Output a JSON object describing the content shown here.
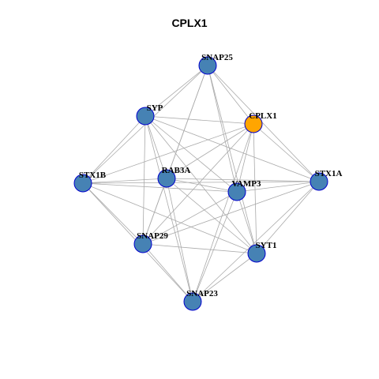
{
  "title": "CPLX1",
  "colors": {
    "node_fill": "#4682b4",
    "node_stroke": "#0000cd",
    "highlight_fill": "#ffa500",
    "edge": "#aaaaaa"
  },
  "nodes": [
    {
      "id": "SNAP25",
      "label": "SNAP25",
      "highlight": false
    },
    {
      "id": "SYP",
      "label": "SYP",
      "highlight": false
    },
    {
      "id": "CPLX1",
      "label": "CPLX1",
      "highlight": true
    },
    {
      "id": "STX1B",
      "label": "STX1B",
      "highlight": false
    },
    {
      "id": "RAB3A",
      "label": "RAB3A",
      "highlight": false
    },
    {
      "id": "VAMP3",
      "label": "VAMP3",
      "highlight": false
    },
    {
      "id": "STX1A",
      "label": "STX1A",
      "highlight": false
    },
    {
      "id": "SNAP29",
      "label": "SNAP29",
      "highlight": false
    },
    {
      "id": "SYT1",
      "label": "SYT1",
      "highlight": false
    },
    {
      "id": "SNAP23",
      "label": "SNAP23",
      "highlight": false
    }
  ],
  "edges": [
    [
      "SNAP25",
      "SYP"
    ],
    [
      "SNAP25",
      "CPLX1"
    ],
    [
      "SNAP25",
      "RAB3A"
    ],
    [
      "SNAP25",
      "VAMP3"
    ],
    [
      "SNAP25",
      "STX1A"
    ],
    [
      "SNAP25",
      "SYT1"
    ],
    [
      "SNAP25",
      "SNAP29"
    ],
    [
      "SNAP25",
      "STX1B"
    ],
    [
      "SYP",
      "CPLX1"
    ],
    [
      "SYP",
      "STX1B"
    ],
    [
      "SYP",
      "RAB3A"
    ],
    [
      "SYP",
      "VAMP3"
    ],
    [
      "SYP",
      "STX1A"
    ],
    [
      "SYP",
      "SNAP29"
    ],
    [
      "SYP",
      "SYT1"
    ],
    [
      "SYP",
      "SNAP23"
    ],
    [
      "CPLX1",
      "RAB3A"
    ],
    [
      "CPLX1",
      "VAMP3"
    ],
    [
      "CPLX1",
      "STX1A"
    ],
    [
      "CPLX1",
      "STX1B"
    ],
    [
      "CPLX1",
      "SNAP29"
    ],
    [
      "CPLX1",
      "SYT1"
    ],
    [
      "CPLX1",
      "SNAP23"
    ],
    [
      "STX1B",
      "RAB3A"
    ],
    [
      "STX1B",
      "VAMP3"
    ],
    [
      "STX1B",
      "STX1A"
    ],
    [
      "STX1B",
      "SNAP29"
    ],
    [
      "STX1B",
      "SNAP23"
    ],
    [
      "STX1B",
      "SYT1"
    ],
    [
      "RAB3A",
      "VAMP3"
    ],
    [
      "RAB3A",
      "SNAP29"
    ],
    [
      "RAB3A",
      "SYT1"
    ],
    [
      "RAB3A",
      "SNAP23"
    ],
    [
      "RAB3A",
      "STX1A"
    ],
    [
      "VAMP3",
      "STX1A"
    ],
    [
      "VAMP3",
      "SYT1"
    ],
    [
      "VAMP3",
      "SNAP23"
    ],
    [
      "VAMP3",
      "SNAP29"
    ],
    [
      "STX1A",
      "SYT1"
    ],
    [
      "STX1A",
      "SNAP29"
    ],
    [
      "STX1A",
      "SNAP23"
    ],
    [
      "SNAP29",
      "SYT1"
    ],
    [
      "SNAP29",
      "SNAP23"
    ],
    [
      "SYT1",
      "SNAP23"
    ]
  ]
}
